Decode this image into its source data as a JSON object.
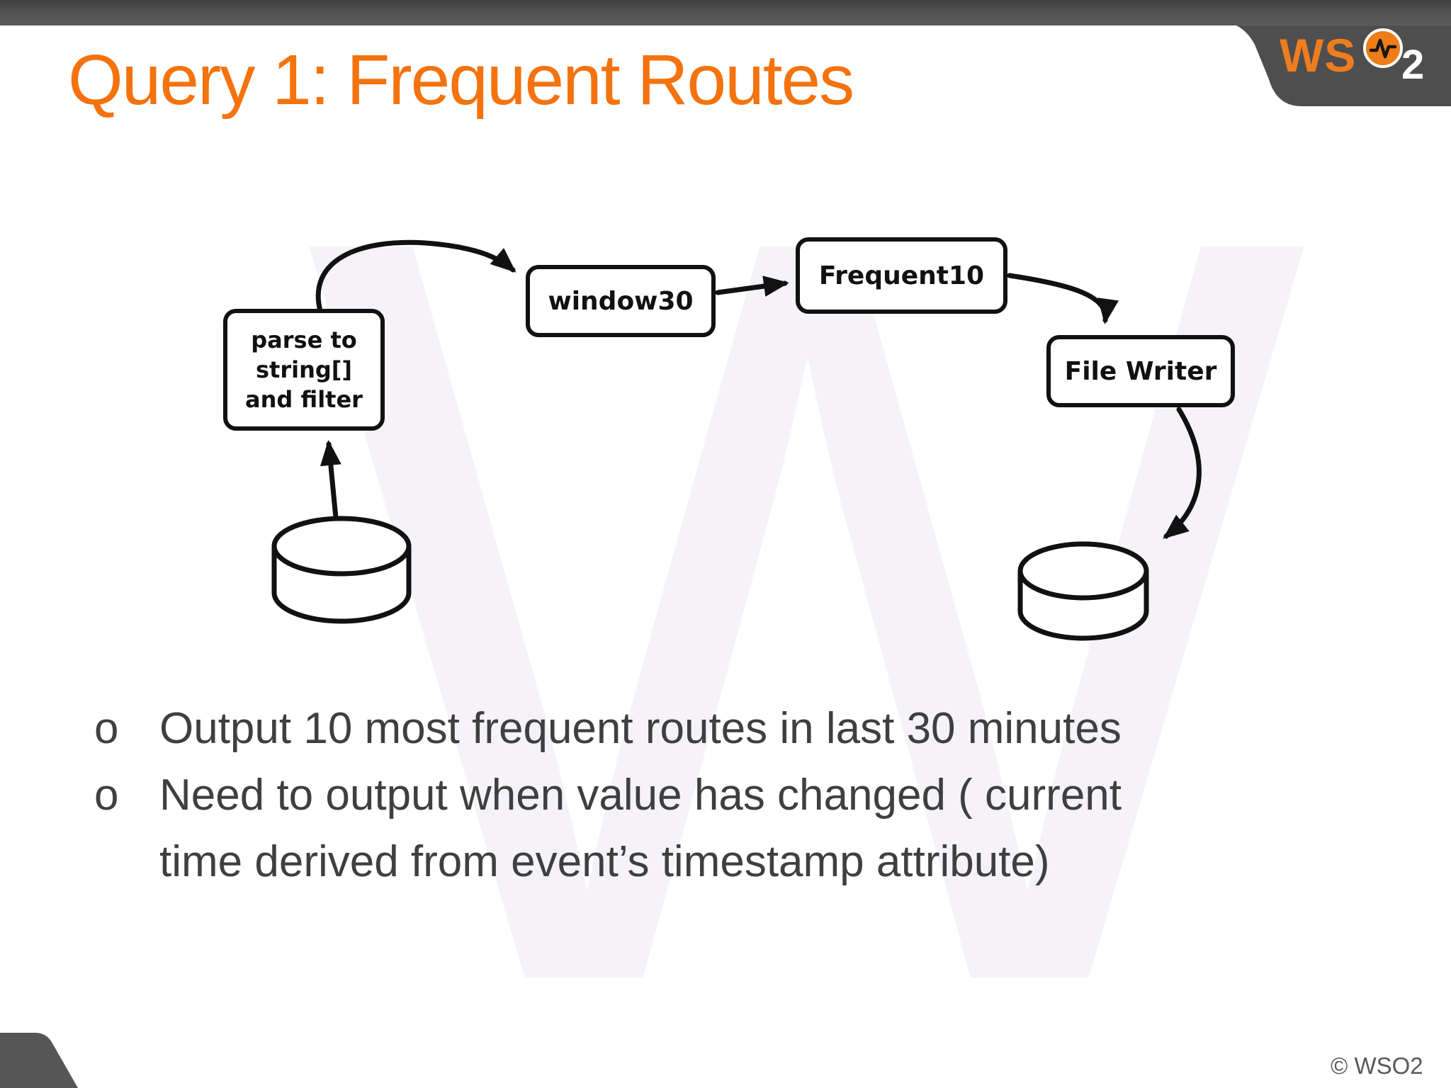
{
  "slide": {
    "title": "Query 1: Frequent Routes",
    "copyright": "© WSO2",
    "watermark_letter": "W",
    "colors": {
      "accent_orange": "#F4730E",
      "top_bar_gray": "#4F4F4F",
      "body_text_gray": "#3F3F3F",
      "diagram_ink": "#111111",
      "logo_orange": "#EE7C18",
      "watermark_gray": "#F5F3F7"
    }
  },
  "logo": {
    "ws": "WS",
    "two": "2"
  },
  "diagram": {
    "nodes": [
      {
        "id": "source-datastore",
        "type": "datastore"
      },
      {
        "id": "parse",
        "type": "process",
        "lines": [
          "parse to",
          "string[]",
          "and filter"
        ]
      },
      {
        "id": "window30",
        "type": "process",
        "label": "window30"
      },
      {
        "id": "frequent10",
        "type": "process",
        "label": "Frequent10"
      },
      {
        "id": "file-writer",
        "type": "process",
        "label": "File Writer"
      },
      {
        "id": "sink-datastore",
        "type": "datastore"
      }
    ],
    "edges": [
      {
        "from": "source-datastore",
        "to": "parse"
      },
      {
        "from": "parse",
        "to": "window30"
      },
      {
        "from": "window30",
        "to": "frequent10"
      },
      {
        "from": "frequent10",
        "to": "file-writer"
      },
      {
        "from": "file-writer",
        "to": "sink-datastore"
      }
    ]
  },
  "bullets": [
    {
      "marker": "o",
      "lines": [
        "Output 10 most frequent routes in last 30 minutes"
      ]
    },
    {
      "marker": "o",
      "lines": [
        "Need to output when value has changed ( current",
        "time derived from event’s timestamp attribute)"
      ]
    }
  ]
}
